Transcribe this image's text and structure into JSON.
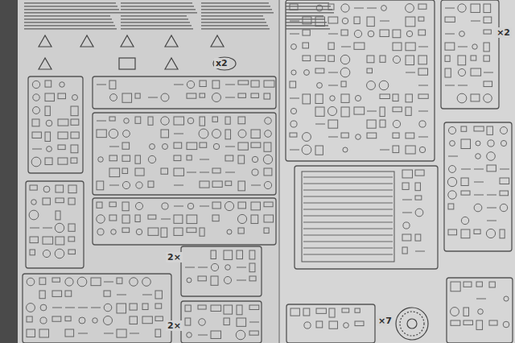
{
  "diagram": {
    "labels": [
      "x2",
      "2×",
      "2×",
      "×7",
      "×2"
    ]
  }
}
